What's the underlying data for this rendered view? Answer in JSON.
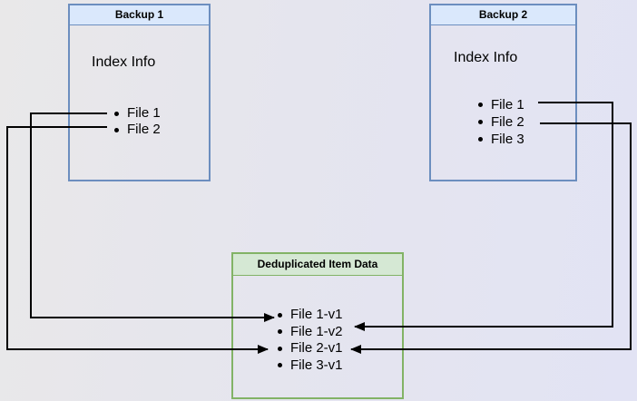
{
  "diagram": {
    "backup1": {
      "title": "Backup 1",
      "subtitle": "Index Info",
      "items": [
        "File 1",
        "File 2"
      ]
    },
    "backup2": {
      "title": "Backup 2",
      "subtitle": "Index Info",
      "items": [
        "File 1",
        "File 2",
        "File 3"
      ]
    },
    "dedup": {
      "title": "Deduplicated Item Data",
      "items": [
        "File 1-v1",
        "File 1-v2",
        "File 2-v1",
        "File 3-v1"
      ]
    },
    "connections": [
      {
        "from": "Backup 1 / File 1",
        "to": "File 1-v1"
      },
      {
        "from": "Backup 1 / File 2",
        "to": "File 2-v1"
      },
      {
        "from": "Backup 2 / File 1",
        "to": "File 1-v2"
      },
      {
        "from": "Backup 2 / File 2",
        "to": "File 2-v1"
      }
    ],
    "colors": {
      "backup_box_border": "#6c8ebf",
      "backup_box_header_fill": "#dae8fc",
      "dedup_box_border": "#82b366",
      "dedup_box_header_fill": "#d5e8d4",
      "arrow": "#000000",
      "background_left": "#e9e8e9",
      "background_right": "#e2e3f4"
    }
  }
}
